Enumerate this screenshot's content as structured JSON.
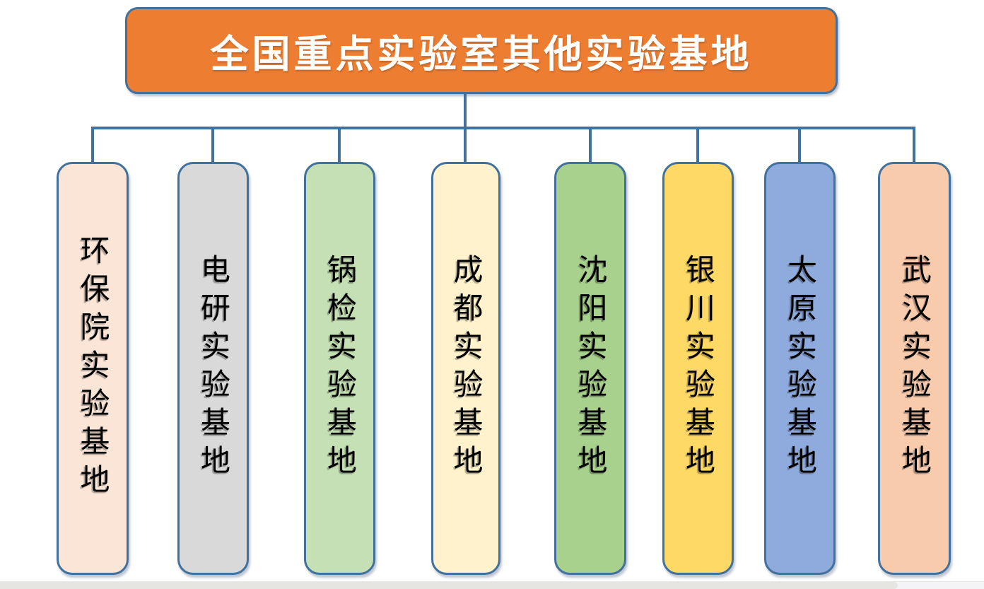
{
  "diagram": {
    "title": "全国重点实验室其他实验基地",
    "nodes": [
      {
        "label": "环保院实验基地",
        "fill": "#fbe5d6"
      },
      {
        "label": "电研实验基地",
        "fill": "#d9d9d9"
      },
      {
        "label": "锅检实验基地",
        "fill": "#c5e0b4"
      },
      {
        "label": "成都实验基地",
        "fill": "#fff2cc"
      },
      {
        "label": "沈阳实验基地",
        "fill": "#a9d18e"
      },
      {
        "label": "银川实验基地",
        "fill": "#ffd966"
      },
      {
        "label": "太原实验基地",
        "fill": "#8faadc"
      },
      {
        "label": "武汉实验基地",
        "fill": "#f8cbad"
      }
    ],
    "colors": {
      "title_fill": "#ed7d31",
      "title_text": "#ffffff",
      "node_border": "#41719c",
      "connector": "#41719c",
      "node_text": "#000000",
      "scrollbar_track": "#f4f4f6",
      "scrollbar_thumb": "#e6e5e1"
    }
  }
}
